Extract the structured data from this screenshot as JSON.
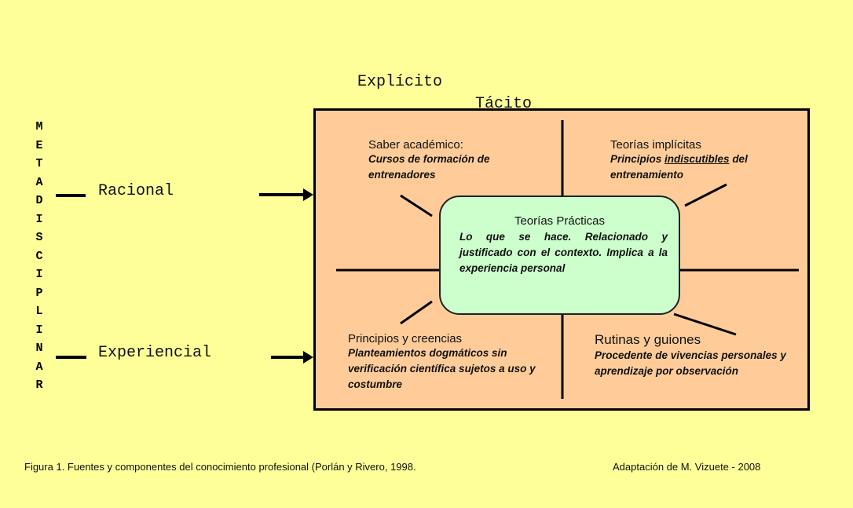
{
  "axis_labels": {
    "explicit": "Explícito",
    "tacit": "Tácito"
  },
  "side_label_letters": [
    "M",
    "E",
    "T",
    "A",
    "D",
    "I",
    "S",
    "C",
    "I",
    "P",
    "L",
    "I",
    "N",
    "A",
    "R"
  ],
  "side_label": "METADISCIPLINAR",
  "sources": {
    "rational": "Racional",
    "experiential": "Experiencial"
  },
  "center": {
    "title": "Teorías Prácticas",
    "text": "Lo que se hace. Relacionado y justificado con el contexto. Implica a la experiencia personal"
  },
  "quadrants": {
    "top_left": {
      "title": "Saber académico:",
      "text": "Cursos de formación de entrenadores"
    },
    "top_right": {
      "title": "Teorías implícitas",
      "text_before": "Principios ",
      "text_underlined": "indiscutibles",
      "text_after": " del entrenamiento"
    },
    "bottom_left": {
      "title": "Principios y creencias",
      "text": "Planteamientos dogmáticos sin verificación científica sujetos a uso y costumbre"
    },
    "bottom_right": {
      "title": "Rutinas y guiones",
      "text": "Procedente de vivencias personales y aprendizaje por observación"
    }
  },
  "caption": {
    "left": "Figura 1. Fuentes y componentes del conocimiento profesional (Porlán y Rivero, 1998.",
    "right": "Adaptación de M. Vizuete - 2008"
  },
  "colors": {
    "background": "#FFFF99",
    "box": "#FFCC99",
    "center": "#CCFFCC"
  }
}
